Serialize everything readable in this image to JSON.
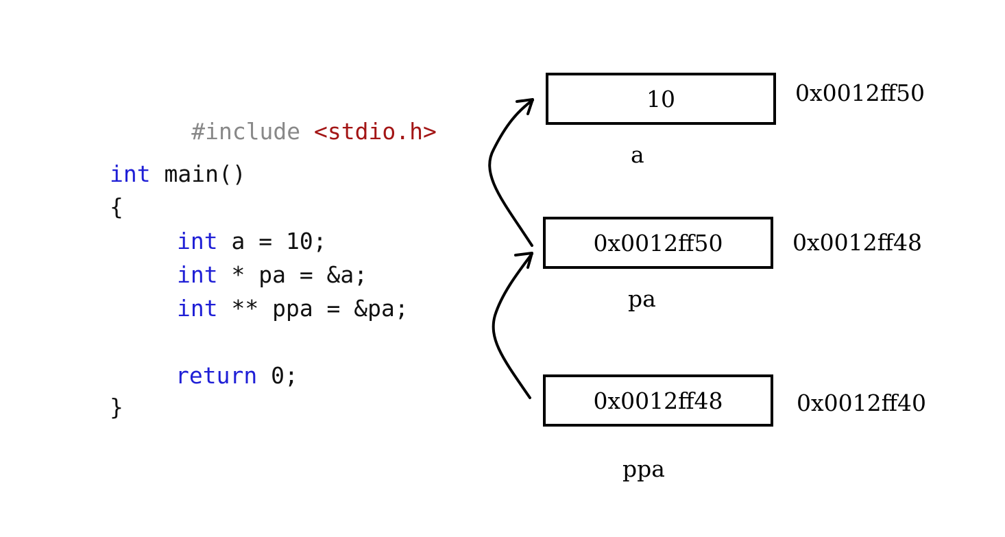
{
  "code": {
    "include_directive": "#include",
    "include_header": "<stdio.h>",
    "kw_int": "int",
    "main_sig": " main()",
    "open_brace": "{",
    "decl_a": " a = 10;",
    "decl_pa": " * pa = &a;",
    "decl_ppa": " ** ppa = &pa;",
    "kw_return": "return",
    "return_val": " 0;",
    "close_brace": "}"
  },
  "memory": [
    {
      "name": "a",
      "value": "10",
      "address": "0x0012ff50"
    },
    {
      "name": "pa",
      "value": "0x0012ff50",
      "address": "0x0012ff48"
    },
    {
      "name": "ppa",
      "value": "0x0012ff48",
      "address": "0x0012ff40"
    }
  ],
  "colors": {
    "keyword": "#1f1fd6",
    "preprocessor": "#888888",
    "header": "#a31515",
    "text": "#111111",
    "arrow": "#000000"
  }
}
